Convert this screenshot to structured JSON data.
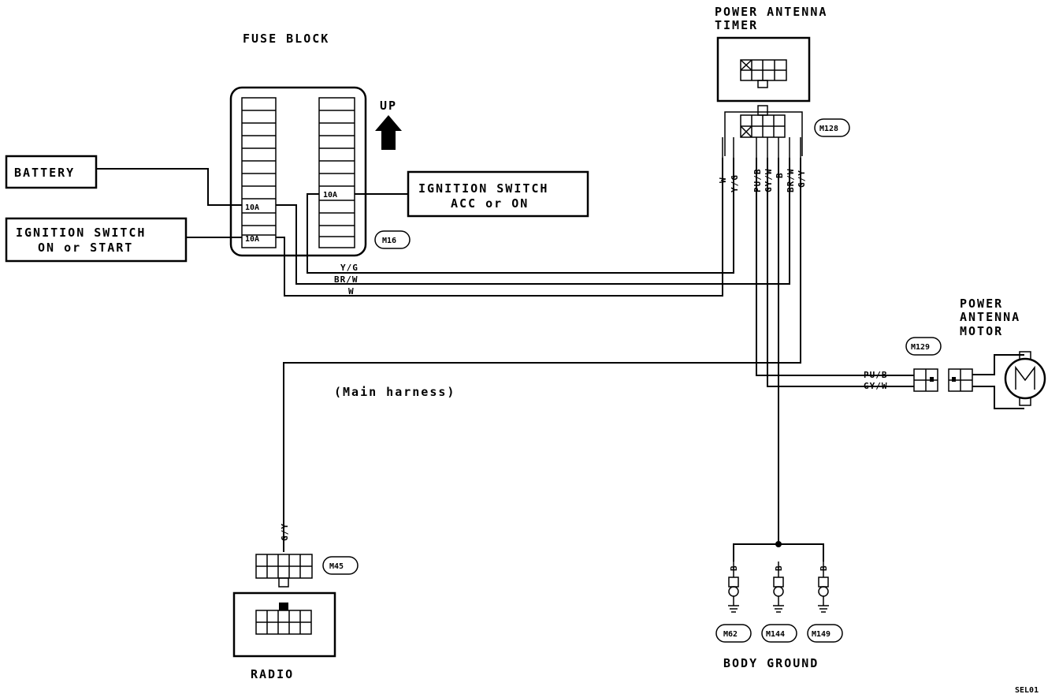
{
  "fuse_block": {
    "title": "FUSE BLOCK",
    "fuse_left_top": "10A",
    "fuse_left_bottom": "10A",
    "fuse_right": "10A",
    "connector": "M16",
    "arrow_label": "UP"
  },
  "battery": {
    "label": "BATTERY"
  },
  "ign_on_start": {
    "line1": "IGNITION SWITCH",
    "line2": "ON or START"
  },
  "ign_acc_on": {
    "line1": "IGNITION SWITCH",
    "line2": "ACC or ON"
  },
  "timer": {
    "line1": "POWER ANTENNA",
    "line2": "TIMER",
    "connector": "M128"
  },
  "wires_left": {
    "yg": "Y/G",
    "brw": "BR/W",
    "w": "W"
  },
  "wires_timer": {
    "w": "W",
    "yg": "Y/G",
    "pub": "PU/B",
    "gyw": "GY/W",
    "b": "B",
    "brw": "BR/W",
    "gy": "G/Y"
  },
  "harness": {
    "label": "(Main harness)"
  },
  "motor": {
    "line1": "POWER",
    "line2": "ANTENNA",
    "line3": "MOTOR",
    "connector": "M129",
    "wire_pub": "PU/B",
    "wire_gyw": "GY/W"
  },
  "radio": {
    "label": "RADIO",
    "connector": "M45",
    "wire": "G/Y"
  },
  "ground": {
    "label": "BODY GROUND",
    "wire": "B",
    "c1": "M62",
    "c2": "M144",
    "c3": "M149"
  },
  "ref": {
    "code": "SEL01"
  }
}
